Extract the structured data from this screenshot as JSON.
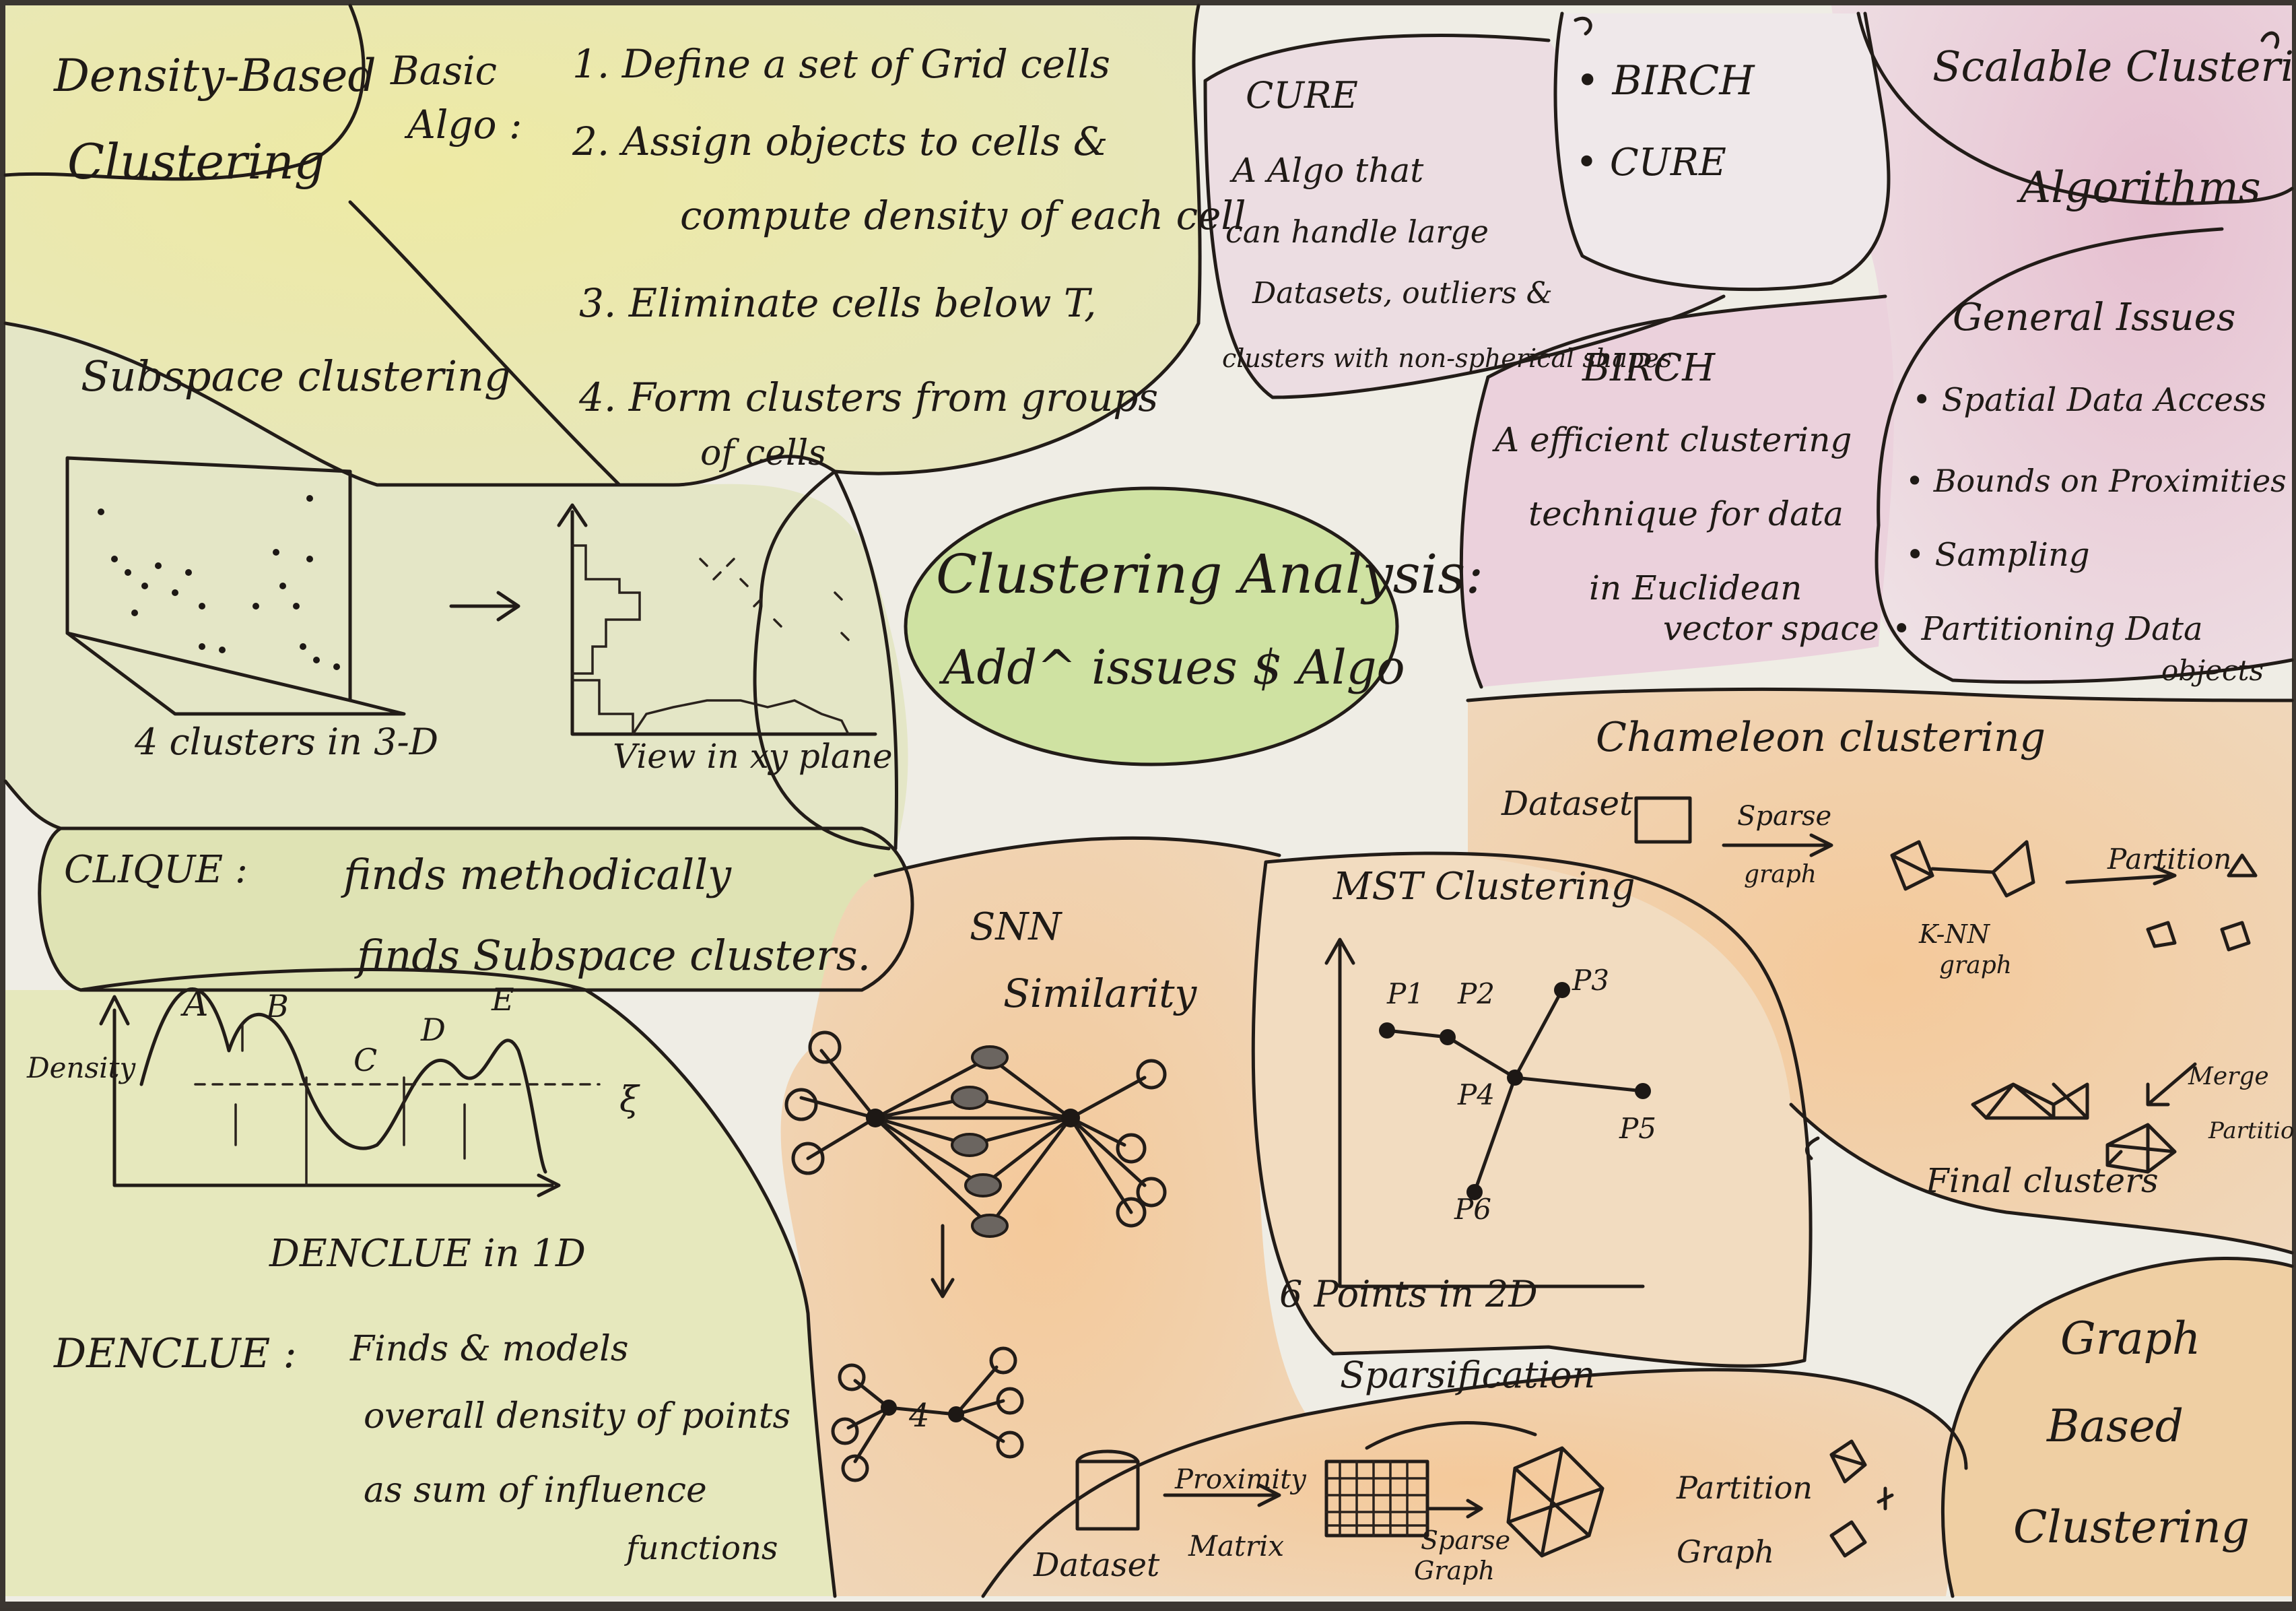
{
  "title_center": {
    "line1": "Clustering Analysis:",
    "line2": "Add^ issues $ Algo"
  },
  "density": {
    "title_line1": "Density-Based",
    "title_line2": "Clustering",
    "basic_label_1": "Basic",
    "basic_label_2": "Algo :",
    "steps": [
      "1. Define a set of Grid cells",
      "2. Assign objects to cells &",
      "compute density of each cell",
      "3. Eliminate cells below T,",
      "4. Form clusters from groups",
      "of cells"
    ]
  },
  "subspace": {
    "title": "Subspace clustering",
    "caption_left": "4 clusters in 3-D",
    "caption_right": "View in xy plane"
  },
  "clique": {
    "label": "CLIQUE :",
    "line1": "finds methodically",
    "line2": "finds Subspace clusters."
  },
  "denclue": {
    "curve_labels": [
      "A",
      "B",
      "C",
      "D",
      "E"
    ],
    "axis_y": "Density",
    "axis_x": "ξ",
    "caption": "DENCLUE in 1D",
    "label": "DENCLUE :",
    "desc": [
      "Finds & models",
      "overall density of points",
      "as sum of influence",
      "functions"
    ]
  },
  "snn": {
    "title": "SNN",
    "subtitle": "Similarity",
    "count": "4"
  },
  "mst": {
    "title": "MST Clustering",
    "points": [
      "P1",
      "P2",
      "P3",
      "P4",
      "P5",
      "P6"
    ],
    "caption": "6 Points in 2D"
  },
  "sparsification": {
    "title": "Sparsification",
    "dataset": "Dataset",
    "proximity_1": "Proximity",
    "proximity_2": "Matrix",
    "sparse_graph_1": "Sparse",
    "sparse_graph_2": "Graph",
    "partition_1": "Partition",
    "partition_2": "Graph"
  },
  "cure_birch": {
    "cure_title": "CURE",
    "cure_desc": [
      "A Algo that",
      "can handle large",
      "Datasets, outliers &",
      "clusters with non-spherical shapes"
    ],
    "list": [
      "• BIRCH",
      "• CURE"
    ],
    "birch_title": "BIRCH",
    "birch_desc": [
      "A efficient clustering",
      "technique for data",
      "in Euclidean",
      "vector space"
    ]
  },
  "scalable": {
    "title_line1": "Scalable Clustering",
    "title_line2": "Algorithms",
    "issues_title": "General Issues",
    "issues": [
      "• Spatial Data Access",
      "• Bounds on Proximities",
      "• Sampling",
      "• Partitioning Data",
      "objects"
    ]
  },
  "chameleon": {
    "title": "Chameleon clustering",
    "dataset": "Dataset",
    "sparse_graph_1": "Sparse",
    "sparse_graph_2": "graph",
    "knn_1": "K-NN",
    "knn_2": "graph",
    "partition": "Partition",
    "merge_1": "Merge",
    "merge_2": "Partition",
    "final": "Final clusters"
  },
  "graph_based": {
    "line1": "Graph",
    "line2": "Based",
    "line3": "Clustering"
  },
  "colors": {
    "paper": "#efece3",
    "yellow": "#e8e7b3",
    "pink": "#ead7de",
    "orange": "#efcfa5",
    "green": "#cfe4a4",
    "ink": "#221c18"
  }
}
